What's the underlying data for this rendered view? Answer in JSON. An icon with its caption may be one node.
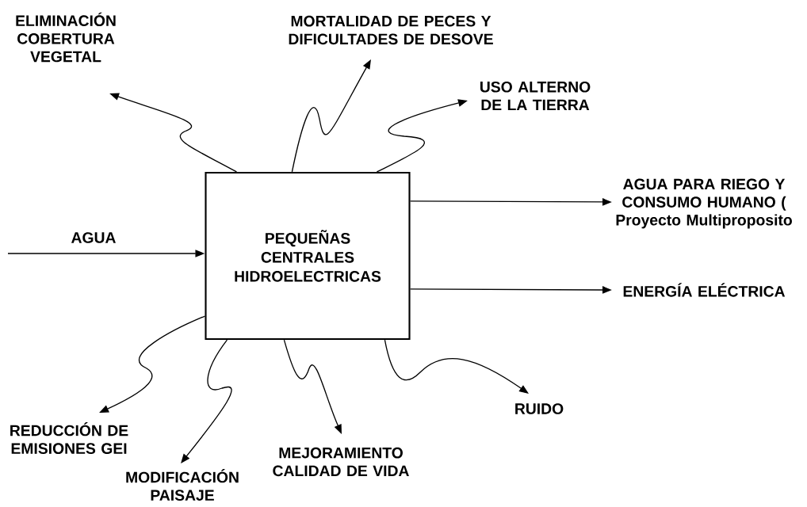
{
  "diagram": {
    "nodes": [
      {
        "text": [
          "PEQUEÑAS CENTRALES HIDROELECTRICAS"
        ]
      },
      {
        "text": [
          "AGUA"
        ]
      },
      {
        "text": [
          "ELIMINACIÓN COBERTURA VEGETAL"
        ]
      },
      {
        "text": [
          "MORTALIDAD DE PECES Y DIFICULTADES DE DESOVE"
        ]
      },
      {
        "text": [
          "USO ALTERNO DE LA TIERRA"
        ]
      },
      {
        "text": [
          "AGUA PARA RIEGO Y CONSUMO HUMANO ( Proyecto Multiproposito"
        ]
      },
      {
        "text": [
          "ENERGÍA ELÉCTRICA"
        ]
      },
      {
        "text": [
          "RUIDO"
        ]
      },
      {
        "text": [
          "MEJORAMIENTO CALIDAD DE VIDA"
        ]
      },
      {
        "text": [
          "MODIFICACIÓN PAISAJE"
        ]
      },
      {
        "text": [
          "REDUCCIÓN DE EMISIONES GEI"
        ]
      }
    ],
    "edges": [
      {
        "from": null,
        "to": 0,
        "arrow": "to"
      },
      {
        "from": 0,
        "to": 2,
        "arrow": "to"
      },
      {
        "from": 0,
        "to": 3,
        "arrow": "to"
      },
      {
        "from": 0,
        "to": 4,
        "arrow": "to"
      },
      {
        "from": 0,
        "to": 5,
        "arrow": "to"
      },
      {
        "from": 0,
        "to": 6,
        "arrow": "to"
      },
      {
        "from": 0,
        "to": 7,
        "arrow": "to"
      },
      {
        "from": 0,
        "to": 8,
        "arrow": "to"
      },
      {
        "from": 0,
        "to": 9,
        "arrow": "to"
      },
      {
        "from": 0,
        "to": 10,
        "arrow": "to"
      }
    ]
  }
}
